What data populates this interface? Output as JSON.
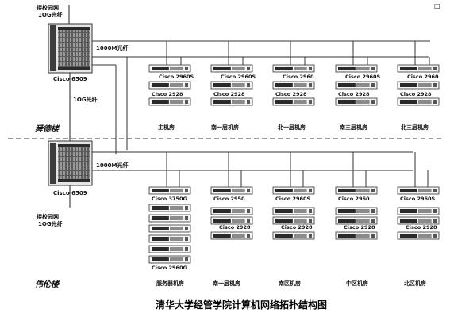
{
  "title": "清华大学经管学院计算机网络拓扑结构图",
  "top_right_mark": "□",
  "buildings": {
    "top": "舜德楼",
    "bottom": "伟伦楼"
  },
  "core": {
    "top_model": "Cisco 6509",
    "bottom_model": "Cisco 6509",
    "campus_link_top": [
      "接校园网",
      "1OG光纤"
    ],
    "campus_link_bottom": [
      "接校园网",
      "1OG光纤"
    ],
    "inter_link": "1OG光纤",
    "uplink_top": "1000M光纤",
    "uplink_bottom": "1000M光纤"
  },
  "top_rooms": [
    {
      "name": "主机房",
      "switch1": "Cisco 2960S",
      "switch2": "Cisco 2928"
    },
    {
      "name": "南一层机房",
      "switch1": "Cisco 2960S",
      "switch2": "Cisco 2928"
    },
    {
      "name": "北一层机房",
      "switch1": "Cisco 2960",
      "switch2": "Cisco 2928"
    },
    {
      "name": "南三层机房",
      "switch1": "Cisco 2960S",
      "switch2": "Cisco 2928"
    },
    {
      "name": "北三层机房",
      "switch1": "Cisco 2960",
      "switch2": "Cisco 2928"
    }
  ],
  "bottom_rooms": [
    {
      "name": "服务器机房",
      "switch1": "Cisco 3750G",
      "switch2": "Cisco 2960G"
    },
    {
      "name": "南一层机房",
      "switch1": "Cisco 2950",
      "switch2": "Cisco 2928"
    },
    {
      "name": "南区机房",
      "switch1": "Cisco 2960S",
      "switch2": "Cisco 2928"
    },
    {
      "name": "中区机房",
      "switch1": "Cisco 2960",
      "switch2": "Cisco 2928"
    },
    {
      "name": "北区机房",
      "switch1": "Cisco 2960S",
      "switch2": "Cisco 2928"
    }
  ]
}
